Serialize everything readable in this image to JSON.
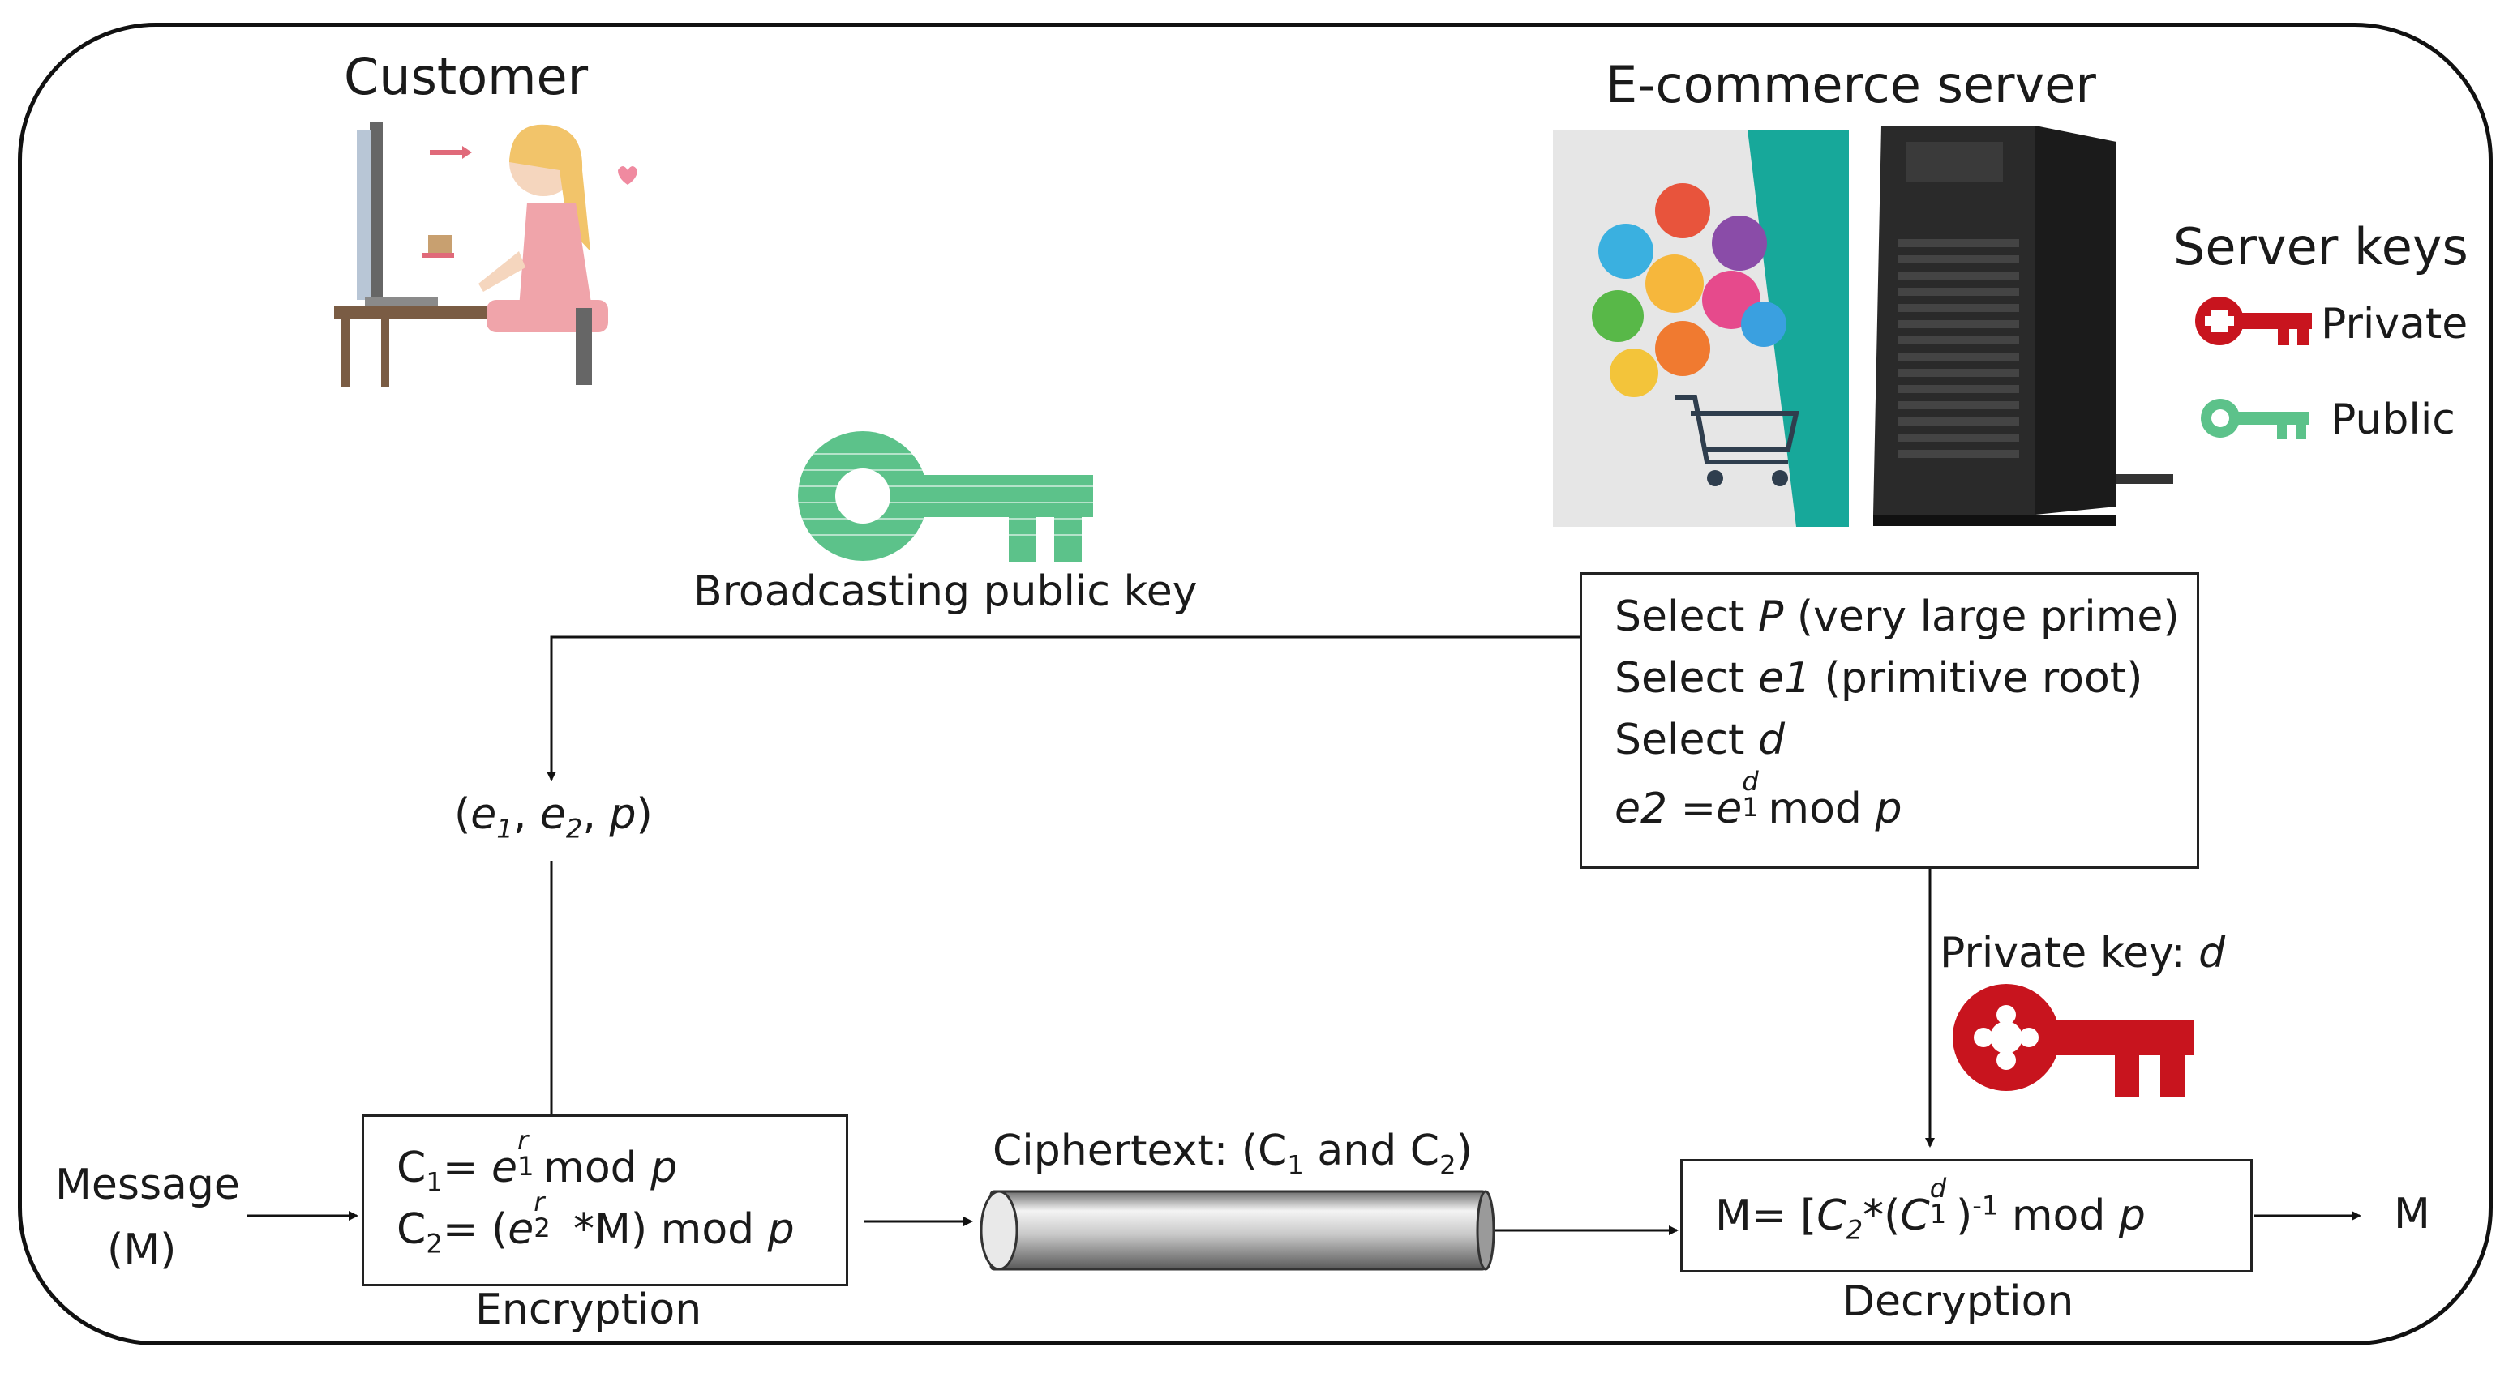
{
  "customer": {
    "title": "Customer"
  },
  "server": {
    "title": "E-commerce server"
  },
  "server_keys": {
    "title": "Server keys",
    "private_label": "Private",
    "public_label": "Public"
  },
  "broadcast": {
    "label": "Broadcasting public key"
  },
  "keygen": {
    "line1_pre": "Select ",
    "line1_var": "P",
    "line1_post": " (very large prime)",
    "line2_pre": "Select ",
    "line2_var": "e1",
    "line2_post": " (primitive root)",
    "line3_pre": "Select ",
    "line3_var": "d",
    "line4_lhs": "e2 =",
    "line4_base": "e",
    "line4_sup": "d",
    "line4_sub": "1",
    "line4_mid": "mod ",
    "line4_var": "p"
  },
  "public_tuple": {
    "open": "(",
    "e1": "e",
    "e1_sub": "1",
    "sep1": ", ",
    "e2": "e",
    "e2_sub": "2",
    "sep2": ", ",
    "p": "p",
    "close": ")"
  },
  "message": {
    "line1": "Message",
    "line2": "(M)"
  },
  "encryption": {
    "c1_lhs": "C",
    "c1_sub": "1",
    "c1_eq": "= ",
    "c1_base": "e",
    "c1_sup": "r",
    "c1_subb": "1",
    "c1_mid": "mod ",
    "c1_var": "p",
    "c2_lhs": "C",
    "c2_sub": "2",
    "c2_eq": "= (",
    "c2_base": "e",
    "c2_sup": "r",
    "c2_subb": "2",
    "c2_mid": " *M) mod ",
    "c2_var": "p",
    "caption": "Encryption"
  },
  "ciphertext": {
    "label_pre": "Ciphertext: (C",
    "sub1": "1",
    "label_mid": " and C",
    "sub2": "2",
    "label_post": ")"
  },
  "private_key_label": {
    "pre": "Private key: ",
    "var": "d"
  },
  "decryption": {
    "pre": "M= [",
    "c2": "C",
    "c2_sub": "2",
    "mid": "*(",
    "c1": "C",
    "c1_sup": "d",
    "c1_sub": "1",
    "post": ")",
    "inv": "-1",
    "tail": " mod ",
    "var": "p",
    "caption": "Decryption"
  },
  "output": {
    "label": "M"
  },
  "colors": {
    "private_key": "#c8141e",
    "public_key": "#5cc28a",
    "frame": "#111111"
  }
}
